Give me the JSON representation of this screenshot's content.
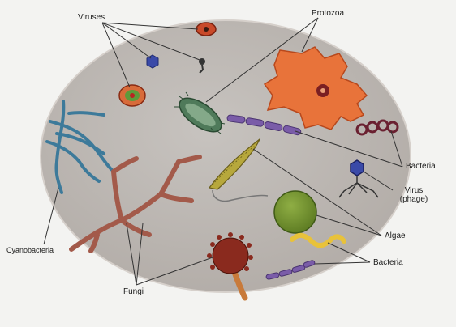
{
  "labels": {
    "viruses": "Viruses",
    "protozoa": "Protozoa",
    "bacteria_top": "Bacteria",
    "virus_phage_line1": "Virus",
    "virus_phage_line2": "(phage)",
    "algae": "Algae",
    "bacteria_bottom": "Bacteria",
    "fungi": "Fungi",
    "cyanobacteria": "Cyanobacteria"
  },
  "colors": {
    "background": "#f3f3f1",
    "oval_fill": "#bdb9b6",
    "oval_stroke": "#cfc9c4",
    "protozoa": "#e8733a",
    "protozoa_nucleus": "#7a1f22",
    "fungi": "#a35a4a",
    "cyanobacteria": "#3d7a9a",
    "algae_green": "#6f8c2e",
    "bacteria_purple": "#6a4c8a",
    "bacteria_yellow": "#e8c23a",
    "diatom": "#b7a83c",
    "virus_red": "#b2402a",
    "virus_blue": "#3a4aa8",
    "leader_line": "#333333"
  }
}
